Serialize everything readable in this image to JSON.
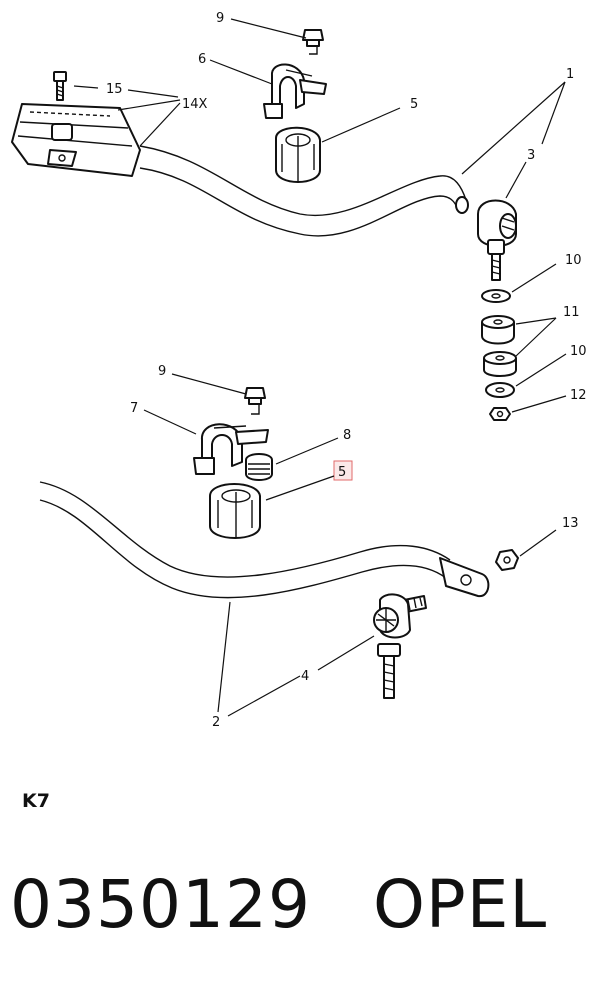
{
  "callouts": {
    "c1": "1",
    "c2": "2",
    "c3": "3",
    "c4": "4",
    "c5_top": "5",
    "c5_boxed": "5",
    "c6": "6",
    "c7": "7",
    "c8": "8",
    "c9_top": "9",
    "c9_bottom": "9",
    "c10_a": "10",
    "c10_b": "10",
    "c11": "11",
    "c12": "12",
    "c13": "13",
    "c14": "14X",
    "c15": "15"
  },
  "highlight_color": "#e06a6a",
  "section_code": "K7",
  "part_number": "0350129",
  "brand": "OPEL"
}
